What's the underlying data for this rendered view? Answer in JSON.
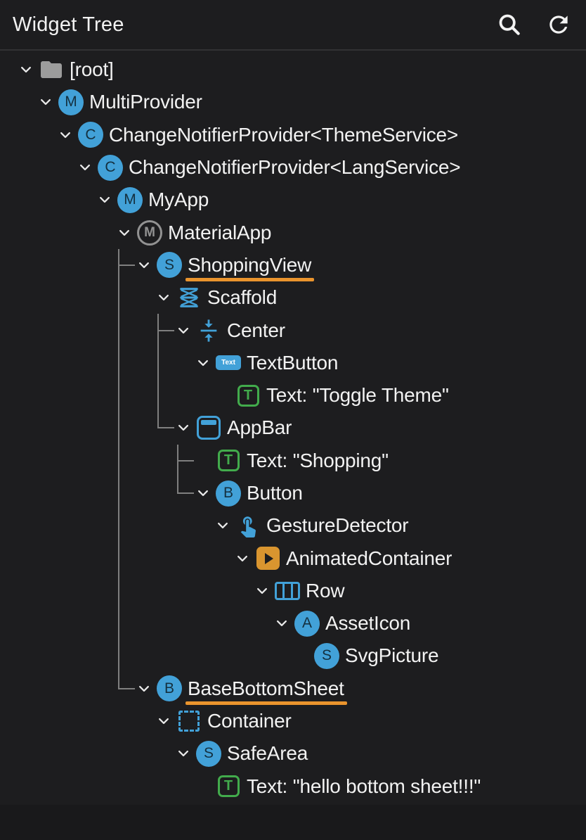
{
  "header": {
    "title": "Widget Tree",
    "actions": [
      {
        "name": "search-icon"
      },
      {
        "name": "refresh-icon"
      }
    ]
  },
  "glyphs": {
    "text_button": "Text"
  },
  "colors": {
    "bg": "#1d1d1f",
    "bg_dim": "#19191b",
    "divider": "#323234",
    "text": "#f2f2f2",
    "blue": "#42a1d8",
    "letter": "#14303f",
    "green": "#42ab4c",
    "orange": "#ea942d",
    "amber": "#d9952f",
    "gray_icon": "#929292",
    "folder": "#9c9c9c",
    "guide": "#7f7f7f",
    "chevron": "#e9e9e9"
  },
  "tree": {
    "nodes": [
      {
        "label": "[root]",
        "icon": "folder-icon",
        "kind": "folder",
        "level": 0,
        "expandable": true
      },
      {
        "label": "MultiProvider",
        "icon": "letter-m-circle-icon",
        "kind": "circle",
        "letter": "M",
        "level": 1,
        "expandable": true
      },
      {
        "label": "ChangeNotifierProvider<ThemeService>",
        "icon": "letter-c-circle-icon",
        "kind": "circle",
        "letter": "C",
        "level": 2,
        "expandable": true
      },
      {
        "label": "ChangeNotifierProvider<LangService>",
        "icon": "letter-c-circle-icon",
        "kind": "circle",
        "letter": "C",
        "level": 3,
        "expandable": true
      },
      {
        "label": "MyApp",
        "icon": "letter-m-circle-icon",
        "kind": "circle",
        "letter": "M",
        "level": 4,
        "expandable": true
      },
      {
        "label": "MaterialApp",
        "icon": "material-logo-icon",
        "kind": "material",
        "letter": "M",
        "level": 5,
        "expandable": true
      },
      {
        "label": "ShoppingView",
        "icon": "letter-s-circle-icon",
        "kind": "circle",
        "letter": "S",
        "level": 6,
        "expandable": true,
        "underline": true
      },
      {
        "label": "Scaffold",
        "icon": "scaffold-icon",
        "kind": "scaffold",
        "level": 7,
        "expandable": true
      },
      {
        "label": "Center",
        "icon": "align-center-icon",
        "kind": "center",
        "level": 8,
        "expandable": true
      },
      {
        "label": "TextButton",
        "icon": "text-button-icon",
        "kind": "textbutton",
        "level": 9,
        "expandable": true
      },
      {
        "label": "Text: \"Toggle Theme\"",
        "icon": "text-widget-icon",
        "kind": "text",
        "letter": "T",
        "level": 10,
        "expandable": false
      },
      {
        "label": "AppBar",
        "icon": "appbar-icon",
        "kind": "appbar",
        "level": 8,
        "expandable": true
      },
      {
        "label": "Text: \"Shopping\"",
        "icon": "text-widget-icon",
        "kind": "text",
        "letter": "T",
        "level": 9,
        "expandable": false
      },
      {
        "label": "Button",
        "icon": "letter-b-circle-icon",
        "kind": "circle",
        "letter": "B",
        "level": 9,
        "expandable": true
      },
      {
        "label": "GestureDetector",
        "icon": "touch-gesture-icon",
        "kind": "gesture",
        "level": 10,
        "expandable": true
      },
      {
        "label": "AnimatedContainer",
        "icon": "play-icon",
        "kind": "animated",
        "level": 11,
        "expandable": true
      },
      {
        "label": "Row",
        "icon": "row-layout-icon",
        "kind": "row",
        "level": 12,
        "expandable": true
      },
      {
        "label": "AssetIcon",
        "icon": "letter-a-circle-icon",
        "kind": "circle",
        "letter": "A",
        "level": 13,
        "expandable": true
      },
      {
        "label": "SvgPicture",
        "icon": "letter-s-circle-icon",
        "kind": "circle",
        "letter": "S",
        "level": 14,
        "expandable": false
      },
      {
        "label": "BaseBottomSheet",
        "icon": "letter-b-circle-icon",
        "kind": "circle",
        "letter": "B",
        "level": 6,
        "expandable": true,
        "underline": true
      },
      {
        "label": "Container",
        "icon": "dashed-container-icon",
        "kind": "container",
        "level": 7,
        "expandable": true
      },
      {
        "label": "SafeArea",
        "icon": "letter-s-circle-icon",
        "kind": "circle",
        "letter": "S",
        "level": 8,
        "expandable": true
      },
      {
        "label": "Text: \"hello bottom sheet!!!\"",
        "icon": "text-widget-icon",
        "kind": "text",
        "letter": "T",
        "level": 9,
        "expandable": false
      }
    ],
    "connectors": [
      {
        "parent_row": 5,
        "parent_level": 5,
        "children_rows": [
          6,
          19
        ]
      },
      {
        "parent_row": 7,
        "parent_level": 7,
        "children_rows": [
          8,
          11
        ]
      },
      {
        "parent_row": 11,
        "parent_level": 8,
        "children_rows": [
          12,
          13
        ]
      }
    ]
  }
}
